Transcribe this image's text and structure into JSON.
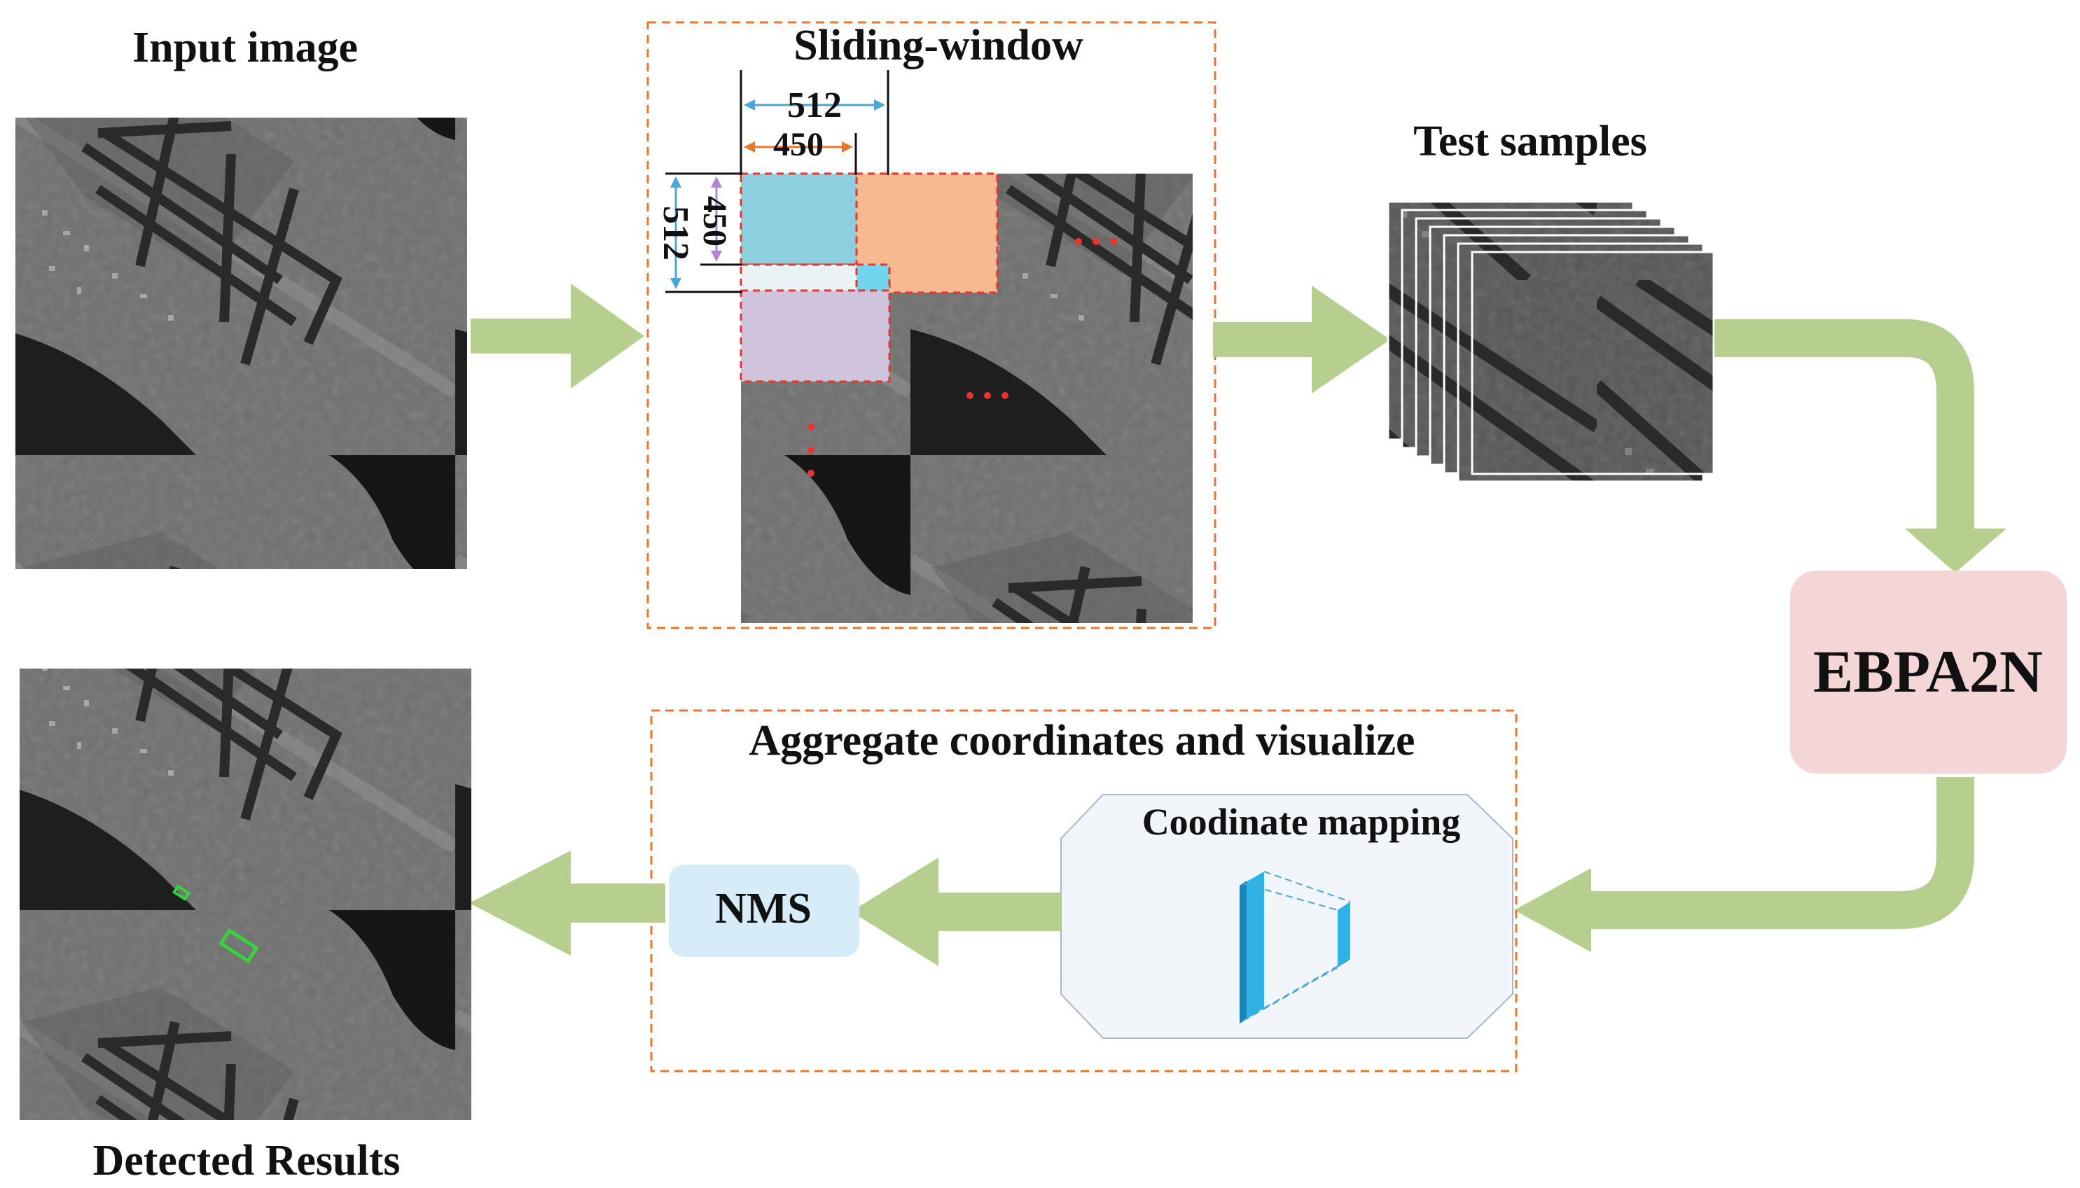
{
  "title_input": "Input image",
  "title_sliding": "Sliding-window",
  "title_test": "Test samples",
  "title_detected": "Detected Results",
  "title_aggregate": "Aggregate coordinates and visualize",
  "label_coord": "Coodinate mapping",
  "label_nms": "NMS",
  "label_model": "EBPA2N",
  "dim_512_h": "512",
  "dim_450_h": "450",
  "dim_450_v": "450",
  "dim_512_v": "512",
  "colors": {
    "arrow": "#b6cf8e",
    "dashed_border": "#e8772e",
    "window_blue": "#8ecfdf",
    "window_orange": "#f7b98f",
    "window_purple": "#cfc4dc",
    "window_cyan": "#6fd6ee",
    "nms_box": "#d6edf9",
    "model_box": "#f3d6d5",
    "coord_box": "#f2f6fb",
    "red_dashed": "#e8342c",
    "dim_blue": "#4aa6d6",
    "dim_orange": "#e8772e",
    "dim_purple": "#b283d6",
    "prism": "#2fb3e6"
  }
}
